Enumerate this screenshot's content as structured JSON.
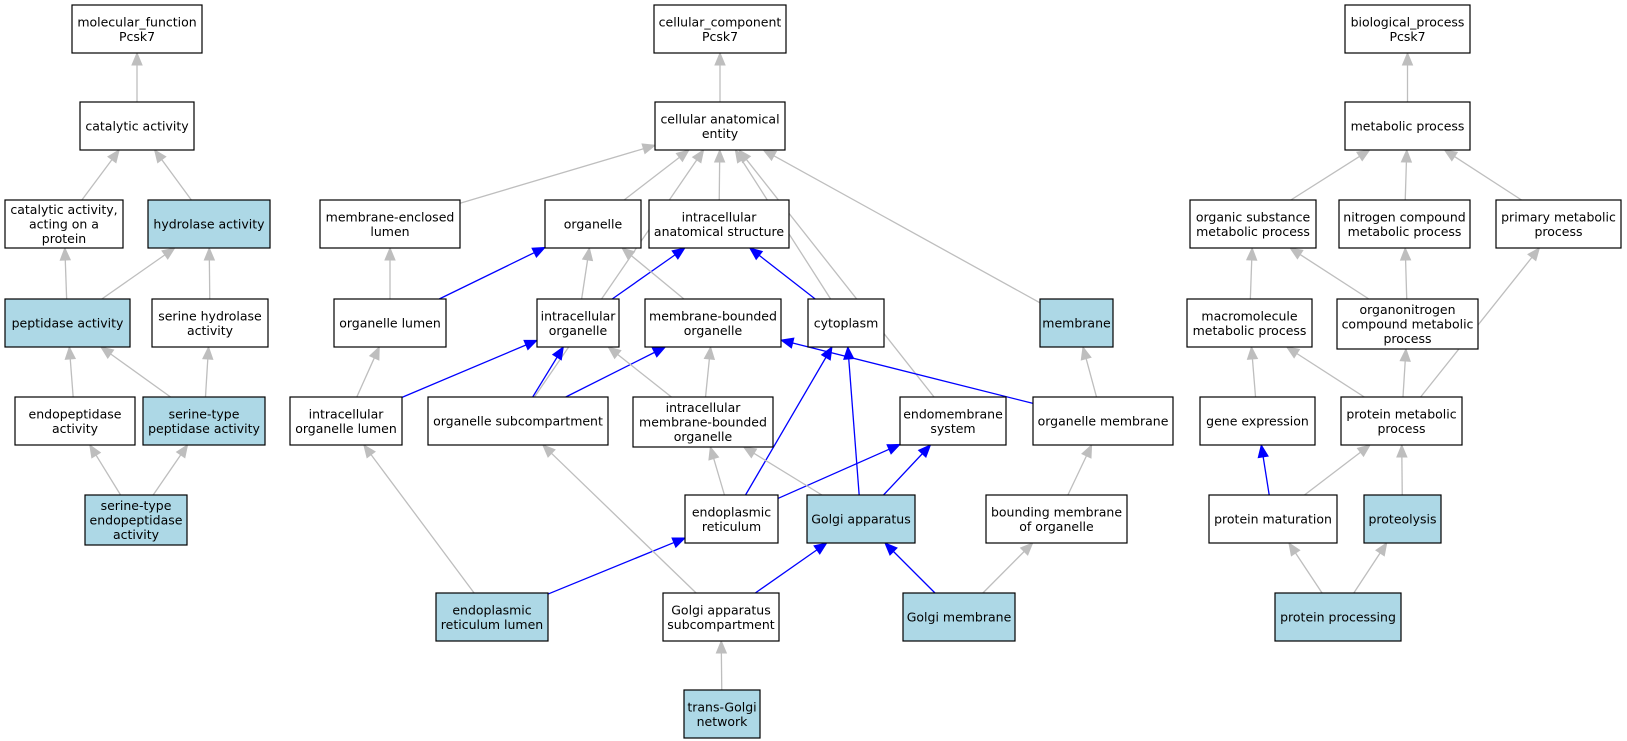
{
  "colors": {
    "highlight_fill": "#add8e6",
    "plain_fill": "#ffffff",
    "border": "#000000",
    "edge_gray": "#bebebe",
    "edge_blue": "#0000ff"
  },
  "nodes": [
    {
      "id": "mf",
      "label": "molecular_function\nPcsk7",
      "highlighted": false
    },
    {
      "id": "cat",
      "label": "catalytic activity",
      "highlighted": false
    },
    {
      "id": "catprot",
      "label": "catalytic activity,\nacting on a\nprotein",
      "highlighted": false
    },
    {
      "id": "hydro",
      "label": "hydrolase activity",
      "highlighted": true
    },
    {
      "id": "pept",
      "label": "peptidase activity",
      "highlighted": true
    },
    {
      "id": "serhyd",
      "label": "serine hydrolase\nactivity",
      "highlighted": false
    },
    {
      "id": "endopep",
      "label": "endopeptidase\nactivity",
      "highlighted": false
    },
    {
      "id": "serpep",
      "label": "serine-type\npeptidase activity",
      "highlighted": true
    },
    {
      "id": "serendo",
      "label": "serine-type\nendopeptidase\nactivity",
      "highlighted": true
    },
    {
      "id": "cc",
      "label": "cellular_component\nPcsk7",
      "highlighted": false
    },
    {
      "id": "cae",
      "label": "cellular anatomical\nentity",
      "highlighted": false
    },
    {
      "id": "mel",
      "label": "membrane-enclosed\nlumen",
      "highlighted": false
    },
    {
      "id": "org",
      "label": "organelle",
      "highlighted": false
    },
    {
      "id": "ias",
      "label": "intracellular\nanatomical structure",
      "highlighted": false
    },
    {
      "id": "orglum",
      "label": "organelle lumen",
      "highlighted": false
    },
    {
      "id": "intorg",
      "label": "intracellular\norganelle",
      "highlighted": false
    },
    {
      "id": "mbo",
      "label": "membrane-bounded\norganelle",
      "highlighted": false
    },
    {
      "id": "cyto",
      "label": "cytoplasm",
      "highlighted": false
    },
    {
      "id": "memb",
      "label": "membrane",
      "highlighted": true
    },
    {
      "id": "iol",
      "label": "intracellular\norganelle lumen",
      "highlighted": false
    },
    {
      "id": "osub",
      "label": "organelle subcompartment",
      "highlighted": false
    },
    {
      "id": "imbo",
      "label": "intracellular\nmembrane-bounded\norganelle",
      "highlighted": false
    },
    {
      "id": "endosys",
      "label": "endomembrane\nsystem",
      "highlighted": false
    },
    {
      "id": "orgmem",
      "label": "organelle membrane",
      "highlighted": false
    },
    {
      "id": "er",
      "label": "endoplasmic\nreticulum",
      "highlighted": false
    },
    {
      "id": "golgi",
      "label": "Golgi apparatus",
      "highlighted": true
    },
    {
      "id": "bmo",
      "label": "bounding membrane\nof organelle",
      "highlighted": false
    },
    {
      "id": "erlum",
      "label": "endoplasmic\nreticulum lumen",
      "highlighted": true
    },
    {
      "id": "gasub",
      "label": "Golgi apparatus\nsubcompartment",
      "highlighted": false
    },
    {
      "id": "golgimem",
      "label": "Golgi membrane",
      "highlighted": true
    },
    {
      "id": "tgn",
      "label": "trans-Golgi\nnetwork",
      "highlighted": true
    },
    {
      "id": "bp",
      "label": "biological_process\nPcsk7",
      "highlighted": false
    },
    {
      "id": "metab",
      "label": "metabolic process",
      "highlighted": false
    },
    {
      "id": "osmp",
      "label": "organic substance\nmetabolic process",
      "highlighted": false
    },
    {
      "id": "ncmp",
      "label": "nitrogen compound\nmetabolic process",
      "highlighted": false
    },
    {
      "id": "pmp",
      "label": "primary metabolic\nprocess",
      "highlighted": false
    },
    {
      "id": "macro",
      "label": "macromolecule\nmetabolic process",
      "highlighted": false
    },
    {
      "id": "orgnit",
      "label": "organonitrogen\ncompound metabolic\nprocess",
      "highlighted": false
    },
    {
      "id": "geneexp",
      "label": "gene expression",
      "highlighted": false
    },
    {
      "id": "protmet",
      "label": "protein metabolic\nprocess",
      "highlighted": false
    },
    {
      "id": "protmat",
      "label": "protein maturation",
      "highlighted": false
    },
    {
      "id": "proteo",
      "label": "proteolysis",
      "highlighted": true
    },
    {
      "id": "protproc",
      "label": "protein processing",
      "highlighted": true
    }
  ],
  "edges": [
    {
      "from": "cat",
      "to": "mf",
      "color": "gray"
    },
    {
      "from": "catprot",
      "to": "cat",
      "color": "gray"
    },
    {
      "from": "hydro",
      "to": "cat",
      "color": "gray"
    },
    {
      "from": "pept",
      "to": "catprot",
      "color": "gray"
    },
    {
      "from": "pept",
      "to": "hydro",
      "color": "gray"
    },
    {
      "from": "serhyd",
      "to": "hydro",
      "color": "gray"
    },
    {
      "from": "endopep",
      "to": "pept",
      "color": "gray"
    },
    {
      "from": "serpep",
      "to": "pept",
      "color": "gray"
    },
    {
      "from": "serpep",
      "to": "serhyd",
      "color": "gray"
    },
    {
      "from": "serendo",
      "to": "endopep",
      "color": "gray"
    },
    {
      "from": "serendo",
      "to": "serpep",
      "color": "gray"
    },
    {
      "from": "cae",
      "to": "cc",
      "color": "gray"
    },
    {
      "from": "mel",
      "to": "cae",
      "color": "gray"
    },
    {
      "from": "org",
      "to": "cae",
      "color": "gray"
    },
    {
      "from": "ias",
      "to": "cae",
      "color": "gray"
    },
    {
      "from": "osub",
      "to": "cae",
      "color": "gray"
    },
    {
      "from": "cyto",
      "to": "cae",
      "color": "gray"
    },
    {
      "from": "endosys",
      "to": "cae",
      "color": "gray"
    },
    {
      "from": "memb",
      "to": "cae",
      "color": "gray"
    },
    {
      "from": "orglum",
      "to": "mel",
      "color": "gray"
    },
    {
      "from": "orglum",
      "to": "org",
      "color": "blue"
    },
    {
      "from": "intorg",
      "to": "org",
      "color": "gray"
    },
    {
      "from": "intorg",
      "to": "ias",
      "color": "blue"
    },
    {
      "from": "mbo",
      "to": "org",
      "color": "gray"
    },
    {
      "from": "cyto",
      "to": "ias",
      "color": "blue"
    },
    {
      "from": "iol",
      "to": "orglum",
      "color": "gray"
    },
    {
      "from": "iol",
      "to": "intorg",
      "color": "blue"
    },
    {
      "from": "osub",
      "to": "intorg",
      "color": "blue"
    },
    {
      "from": "osub",
      "to": "mbo",
      "color": "blue"
    },
    {
      "from": "imbo",
      "to": "intorg",
      "color": "gray"
    },
    {
      "from": "imbo",
      "to": "mbo",
      "color": "gray"
    },
    {
      "from": "orgmem",
      "to": "mbo",
      "color": "blue"
    },
    {
      "from": "orgmem",
      "to": "memb",
      "color": "gray"
    },
    {
      "from": "er",
      "to": "imbo",
      "color": "gray"
    },
    {
      "from": "er",
      "to": "cyto",
      "color": "blue"
    },
    {
      "from": "er",
      "to": "endosys",
      "color": "blue"
    },
    {
      "from": "golgi",
      "to": "imbo",
      "color": "gray"
    },
    {
      "from": "golgi",
      "to": "cyto",
      "color": "blue"
    },
    {
      "from": "golgi",
      "to": "endosys",
      "color": "blue"
    },
    {
      "from": "bmo",
      "to": "orgmem",
      "color": "gray"
    },
    {
      "from": "erlum",
      "to": "iol",
      "color": "gray"
    },
    {
      "from": "erlum",
      "to": "er",
      "color": "blue"
    },
    {
      "from": "gasub",
      "to": "osub",
      "color": "gray"
    },
    {
      "from": "gasub",
      "to": "golgi",
      "color": "blue"
    },
    {
      "from": "golgimem",
      "to": "golgi",
      "color": "blue"
    },
    {
      "from": "golgimem",
      "to": "bmo",
      "color": "gray"
    },
    {
      "from": "tgn",
      "to": "gasub",
      "color": "gray"
    },
    {
      "from": "metab",
      "to": "bp",
      "color": "gray"
    },
    {
      "from": "osmp",
      "to": "metab",
      "color": "gray"
    },
    {
      "from": "ncmp",
      "to": "metab",
      "color": "gray"
    },
    {
      "from": "pmp",
      "to": "metab",
      "color": "gray"
    },
    {
      "from": "macro",
      "to": "osmp",
      "color": "gray"
    },
    {
      "from": "orgnit",
      "to": "osmp",
      "color": "gray"
    },
    {
      "from": "orgnit",
      "to": "ncmp",
      "color": "gray"
    },
    {
      "from": "geneexp",
      "to": "macro",
      "color": "gray"
    },
    {
      "from": "protmet",
      "to": "macro",
      "color": "gray"
    },
    {
      "from": "protmet",
      "to": "orgnit",
      "color": "gray"
    },
    {
      "from": "protmet",
      "to": "pmp",
      "color": "gray"
    },
    {
      "from": "protmat",
      "to": "geneexp",
      "color": "blue"
    },
    {
      "from": "protmat",
      "to": "protmet",
      "color": "gray"
    },
    {
      "from": "proteo",
      "to": "protmet",
      "color": "gray"
    },
    {
      "from": "protproc",
      "to": "protmat",
      "color": "gray"
    },
    {
      "from": "protproc",
      "to": "proteo",
      "color": "gray"
    }
  ]
}
